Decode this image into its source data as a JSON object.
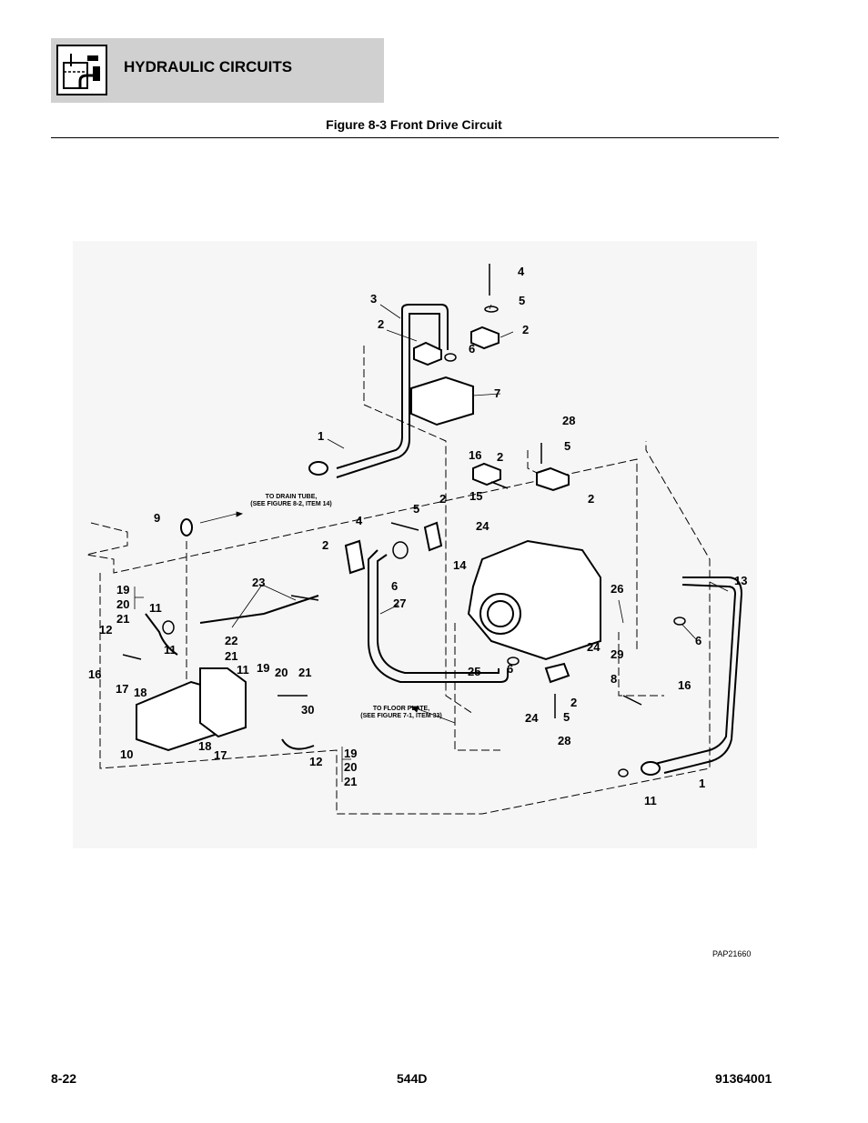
{
  "header": {
    "section_title": "HYDRAULIC CIRCUITS",
    "icon": "hydraulic-reservoir-icon"
  },
  "figure": {
    "title": "Figure 8-3 Front Drive Circuit",
    "notes": {
      "drain_tube_line1": "TO DRAIN TUBE,",
      "drain_tube_line2": "(SEE FIGURE 8-2, ITEM 14)",
      "floor_plate_line1": "TO FLOOR PLATE,",
      "floor_plate_line2": "(SEE FIGURE 7-1, ITEM 33)"
    },
    "reference_code": "PAP21660",
    "callouts": [
      {
        "id": "c-4a",
        "text": "4"
      },
      {
        "id": "c-3",
        "text": "3"
      },
      {
        "id": "c-5a",
        "text": "5"
      },
      {
        "id": "c-2a",
        "text": "2"
      },
      {
        "id": "c-2b",
        "text": "2"
      },
      {
        "id": "c-6a",
        "text": "6"
      },
      {
        "id": "c-7",
        "text": "7"
      },
      {
        "id": "c-28a",
        "text": "28"
      },
      {
        "id": "c-1a",
        "text": "1"
      },
      {
        "id": "c-5b",
        "text": "5"
      },
      {
        "id": "c-16a",
        "text": "16"
      },
      {
        "id": "c-2c",
        "text": "2"
      },
      {
        "id": "c-2d",
        "text": "2"
      },
      {
        "id": "c-15",
        "text": "15"
      },
      {
        "id": "c-2e",
        "text": "2"
      },
      {
        "id": "c-9",
        "text": "9"
      },
      {
        "id": "c-5c",
        "text": "5"
      },
      {
        "id": "c-4b",
        "text": "4"
      },
      {
        "id": "c-24a",
        "text": "24"
      },
      {
        "id": "c-2f",
        "text": "2"
      },
      {
        "id": "c-14",
        "text": "14"
      },
      {
        "id": "c-6b",
        "text": "6"
      },
      {
        "id": "c-13",
        "text": "13"
      },
      {
        "id": "c-23",
        "text": "23"
      },
      {
        "id": "c-27",
        "text": "27"
      },
      {
        "id": "c-26",
        "text": "26"
      },
      {
        "id": "c-19a",
        "text": "19"
      },
      {
        "id": "c-20a",
        "text": "20"
      },
      {
        "id": "c-21a",
        "text": "21"
      },
      {
        "id": "c-11a",
        "text": "11"
      },
      {
        "id": "c-12a",
        "text": "12"
      },
      {
        "id": "c-6c",
        "text": "6"
      },
      {
        "id": "c-11b",
        "text": "11"
      },
      {
        "id": "c-22",
        "text": "22"
      },
      {
        "id": "c-24b",
        "text": "24"
      },
      {
        "id": "c-29",
        "text": "29"
      },
      {
        "id": "c-16b",
        "text": "16"
      },
      {
        "id": "c-21b",
        "text": "21"
      },
      {
        "id": "c-25",
        "text": "25"
      },
      {
        "id": "c-6d",
        "text": "6"
      },
      {
        "id": "c-8",
        "text": "8"
      },
      {
        "id": "c-16c",
        "text": "16"
      },
      {
        "id": "c-11c",
        "text": "11"
      },
      {
        "id": "c-19b",
        "text": "19"
      },
      {
        "id": "c-20b",
        "text": "20"
      },
      {
        "id": "c-21c",
        "text": "21"
      },
      {
        "id": "c-17a",
        "text": "17"
      },
      {
        "id": "c-18a",
        "text": "18"
      },
      {
        "id": "c-2g",
        "text": "2"
      },
      {
        "id": "c-24c",
        "text": "24"
      },
      {
        "id": "c-5d",
        "text": "5"
      },
      {
        "id": "c-30",
        "text": "30"
      },
      {
        "id": "c-28b",
        "text": "28"
      },
      {
        "id": "c-18b",
        "text": "18"
      },
      {
        "id": "c-17b",
        "text": "17"
      },
      {
        "id": "c-10",
        "text": "10"
      },
      {
        "id": "c-12b",
        "text": "12"
      },
      {
        "id": "c-19c",
        "text": "19"
      },
      {
        "id": "c-20c",
        "text": "20"
      },
      {
        "id": "c-21d",
        "text": "21"
      },
      {
        "id": "c-1b",
        "text": "1"
      },
      {
        "id": "c-11d",
        "text": "11"
      }
    ]
  },
  "footer": {
    "page_number": "8-22",
    "model": "544D",
    "part_number": "91364001"
  }
}
